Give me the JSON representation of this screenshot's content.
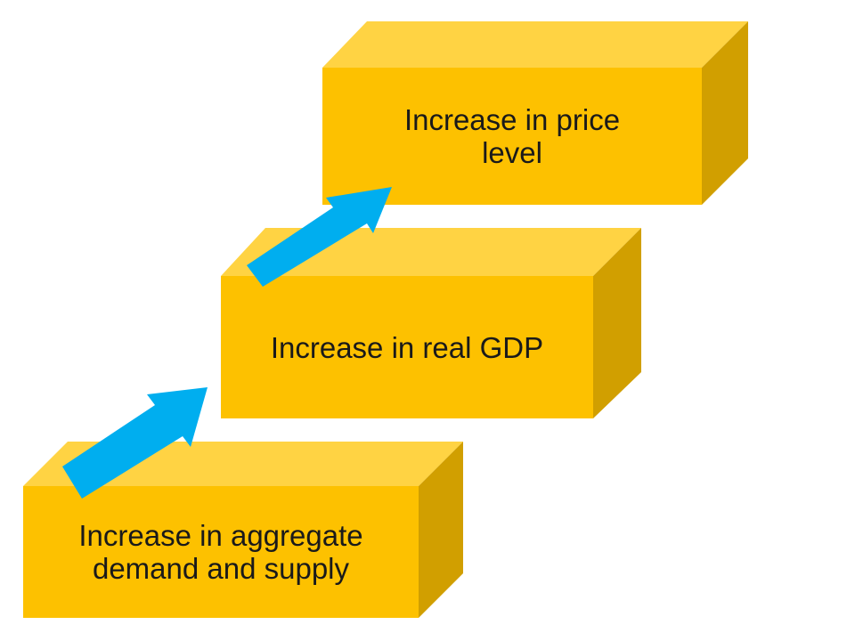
{
  "colors": {
    "box_front": "#FDC100",
    "box_top": "#FFD343",
    "box_side": "#D19F00",
    "arrow": "#00AEEF"
  },
  "steps": [
    {
      "line1": "Increase in aggregate",
      "line2": "demand and supply"
    },
    {
      "line1": "Increase in real GDP"
    },
    {
      "line1": "Increase in price",
      "line2": "level"
    }
  ],
  "arrows": [
    {
      "from_step": 1,
      "to_step": 2,
      "icon": "arrow-up-right-icon"
    },
    {
      "from_step": 2,
      "to_step": 3,
      "icon": "arrow-up-right-icon"
    }
  ]
}
